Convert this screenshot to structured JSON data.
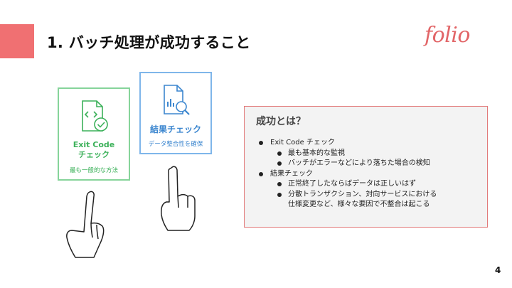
{
  "slide": {
    "title": "1. バッチ処理が成功すること",
    "logo_text": "folio",
    "page_number": "4",
    "accent_color": "#f07072"
  },
  "cards": {
    "exit_code": {
      "title_line1": "Exit Code",
      "title_line2": "チェック",
      "subtitle": "最も一般的な方法",
      "icon": "code-document-check-icon",
      "color": "#3cb15a"
    },
    "result_check": {
      "title": "結果チェック",
      "subtitle": "データ整合性を確保",
      "icon": "chart-document-search-icon",
      "color": "#3b86cf"
    }
  },
  "success_box": {
    "title": "成功とは？",
    "items": [
      "Exit Code チェック",
      "最も基本的な監視",
      "バッチがエラーなどにより落ちた場合の検知",
      "結果チェック",
      "正常終了したならばデータは正しいはず",
      "分散トランザクション、対向サービスにおける",
      "仕様変更など、様々な要因で不整合は起こる"
    ]
  }
}
